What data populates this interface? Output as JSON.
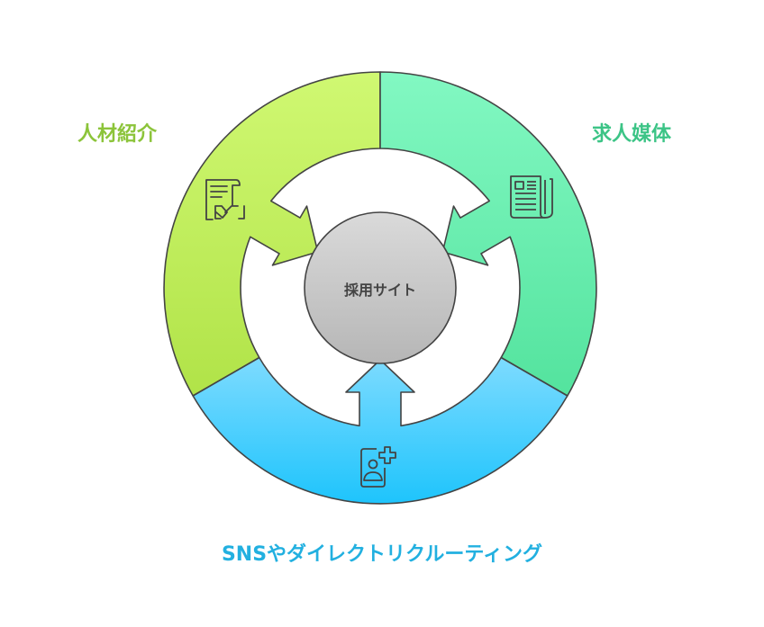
{
  "center": {
    "label": "採用サイト"
  },
  "segments": [
    {
      "id": "left",
      "label": "人材紹介",
      "icon": "contract-handshake-icon",
      "label_color": "#8cc43a",
      "gradient": [
        "#d0f872",
        "#a6dc3a"
      ]
    },
    {
      "id": "right",
      "label": "求人媒体",
      "icon": "newspaper-icon",
      "label_color": "#3cc486",
      "gradient": [
        "#82f8c2",
        "#44dc92"
      ]
    },
    {
      "id": "bottom",
      "label": "SNSやダイレクトリクルーティング",
      "icon": "add-profile-icon",
      "label_color": "#22b0e0",
      "gradient": [
        "#82dcff",
        "#1ec4fc"
      ]
    }
  ]
}
